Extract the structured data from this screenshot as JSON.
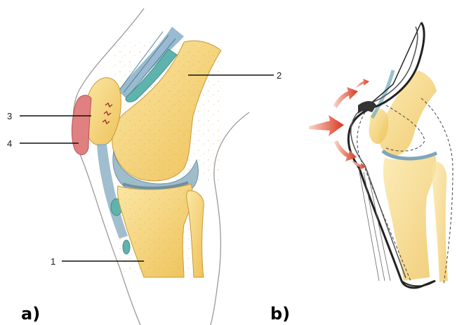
{
  "panels": [
    {
      "label": "a)"
    },
    {
      "label": "b)"
    }
  ],
  "callouts": [
    {
      "number": "1"
    },
    {
      "number": "2"
    },
    {
      "number": "3"
    },
    {
      "number": "4"
    }
  ],
  "colors": {
    "bone": "#f6d77c",
    "bone_shadow": "#e9b94a",
    "cartilage": "#8fb8c4",
    "tendon": "#6fa8b6",
    "bursa": "#e07a7a",
    "outline": "#7a7a7a",
    "arrow": "#e0543a"
  }
}
